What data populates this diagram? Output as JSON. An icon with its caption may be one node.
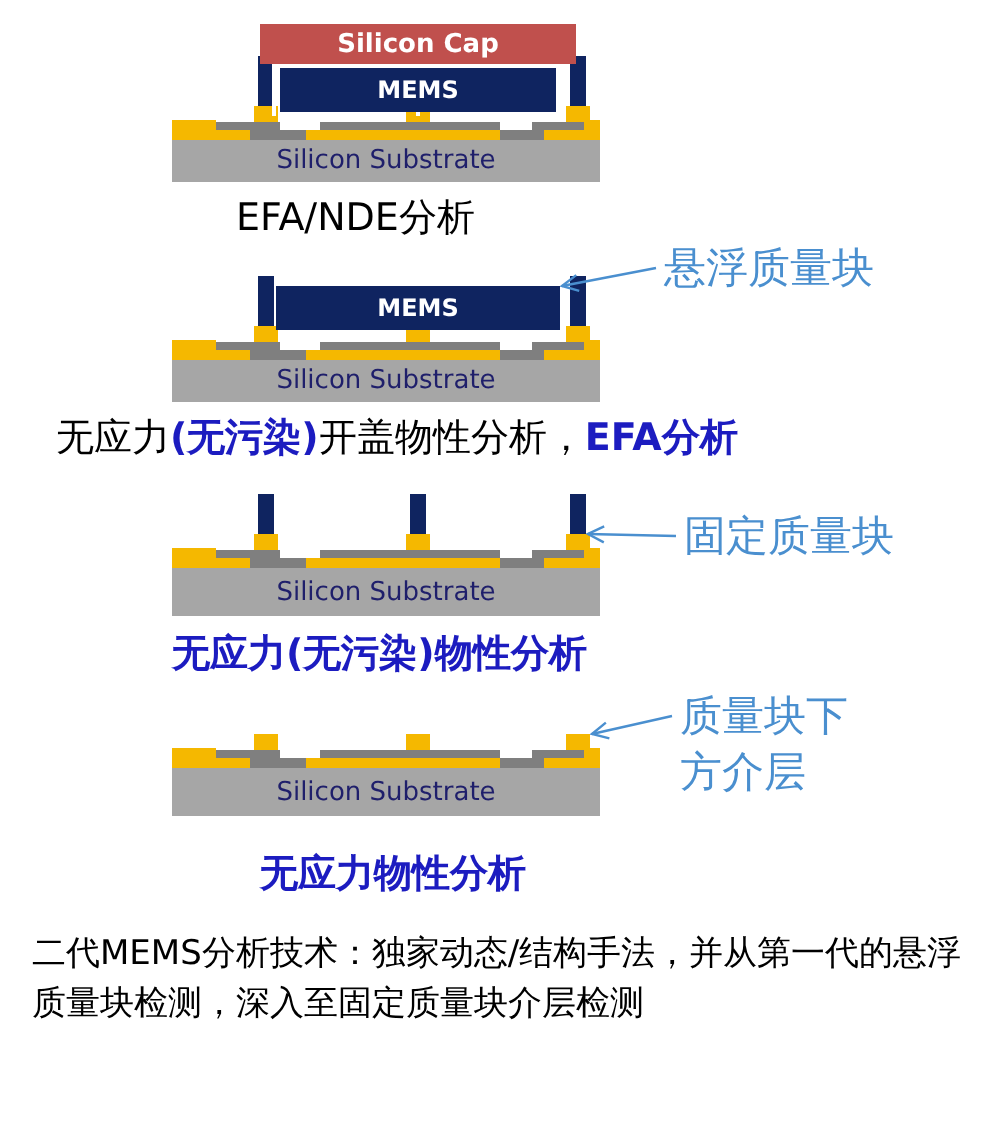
{
  "diagram": {
    "caption": "二代MEMS分析技术：独家动态/结构手法，并从第一代的悬浮质量块检测，深入至固定质量块介层检测",
    "nodes": [
      {
        "text": [
          "Silicon Cap"
        ]
      },
      {
        "text": [
          "MEMS"
        ]
      },
      {
        "text": [
          "Silicon Substrate"
        ]
      },
      {
        "text": [
          "MEMS"
        ]
      },
      {
        "text": [
          "Silicon Substrate"
        ]
      },
      {
        "text": [
          "Silicon Substrate"
        ]
      },
      {
        "text": [
          "Silicon Substrate"
        ]
      },
      {
        "text": [
          "悬浮质量块"
        ]
      },
      {
        "text": [
          "固定质量块"
        ]
      },
      {
        "text": [],
        "shape": "bar"
      },
      {
        "text": [
          "质量块下方介层"
        ]
      },
      {
        "text": [],
        "shape": "box"
      }
    ],
    "edges": [
      {
        "from": 7,
        "to": 3,
        "arrow": "to"
      },
      {
        "from": 8,
        "to": 9,
        "arrow": "to"
      },
      {
        "from": 10,
        "to": 11,
        "arrow": "to"
      }
    ],
    "labels": [
      "EFA/NDE分析",
      "无应力**(无污染)**开盖物性分析，**EFA分析**",
      "无应力(无污染)物性分析",
      "无应力物性分析"
    ]
  }
}
